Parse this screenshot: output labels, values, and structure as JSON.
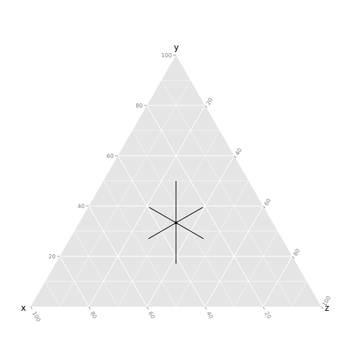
{
  "chart_data": {
    "type": "ternary",
    "axes": [
      {
        "name": "x",
        "label": "x",
        "ticks": [
          20,
          40,
          60,
          80,
          100
        ],
        "tick_labels": [
          "20",
          "40",
          "60",
          "80",
          "100"
        ]
      },
      {
        "name": "y",
        "label": "y",
        "ticks": [
          20,
          40,
          60,
          80,
          100
        ],
        "tick_labels": [
          "20",
          "40",
          "60",
          "80",
          "100"
        ]
      },
      {
        "name": "z",
        "label": "z",
        "ticks": [
          20,
          40,
          60,
          80,
          100
        ],
        "tick_labels": [
          "20",
          "40",
          "60",
          "80",
          "100"
        ]
      }
    ],
    "range": [
      0,
      100
    ],
    "grid": true,
    "background": "#e5e5e5",
    "grid_color": "#ffffff",
    "point": {
      "x": 33.3,
      "y": 33.3,
      "z": 33.3
    },
    "error_bars": [
      {
        "axis": "x",
        "range": [
          21,
          46
        ]
      },
      {
        "axis": "y",
        "range": [
          17,
          50
        ]
      },
      {
        "axis": "z",
        "range": [
          21,
          46
        ]
      }
    ],
    "mark_color": "#000000"
  }
}
